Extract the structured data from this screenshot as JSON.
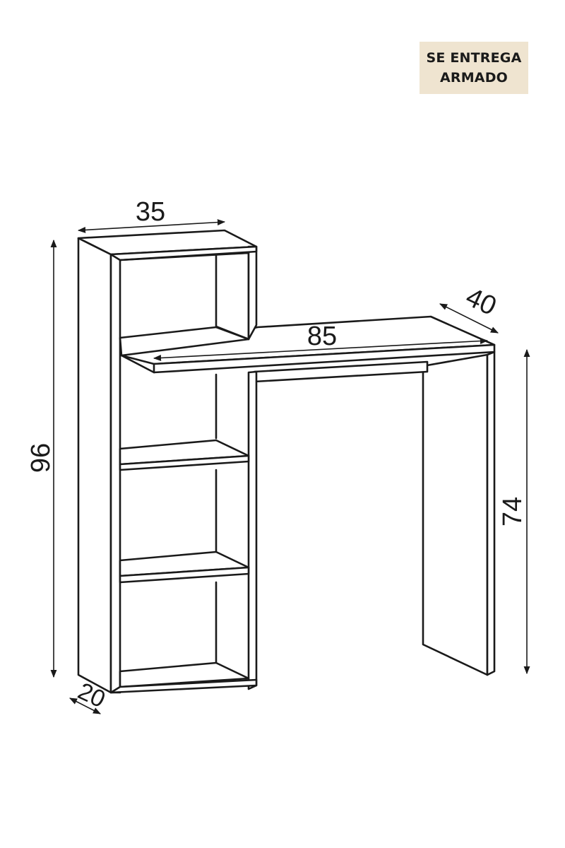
{
  "badge": {
    "line1": "SE ENTREGA",
    "line2": "ARMADO",
    "background": "#efe4d0"
  },
  "dimensions": {
    "shelf_width": "35",
    "total_height": "96",
    "desk_width": "85",
    "desk_depth": "40",
    "desk_height": "74",
    "shelf_depth": "20"
  },
  "colors": {
    "line": "#1a1a1a",
    "background": "#ffffff"
  }
}
